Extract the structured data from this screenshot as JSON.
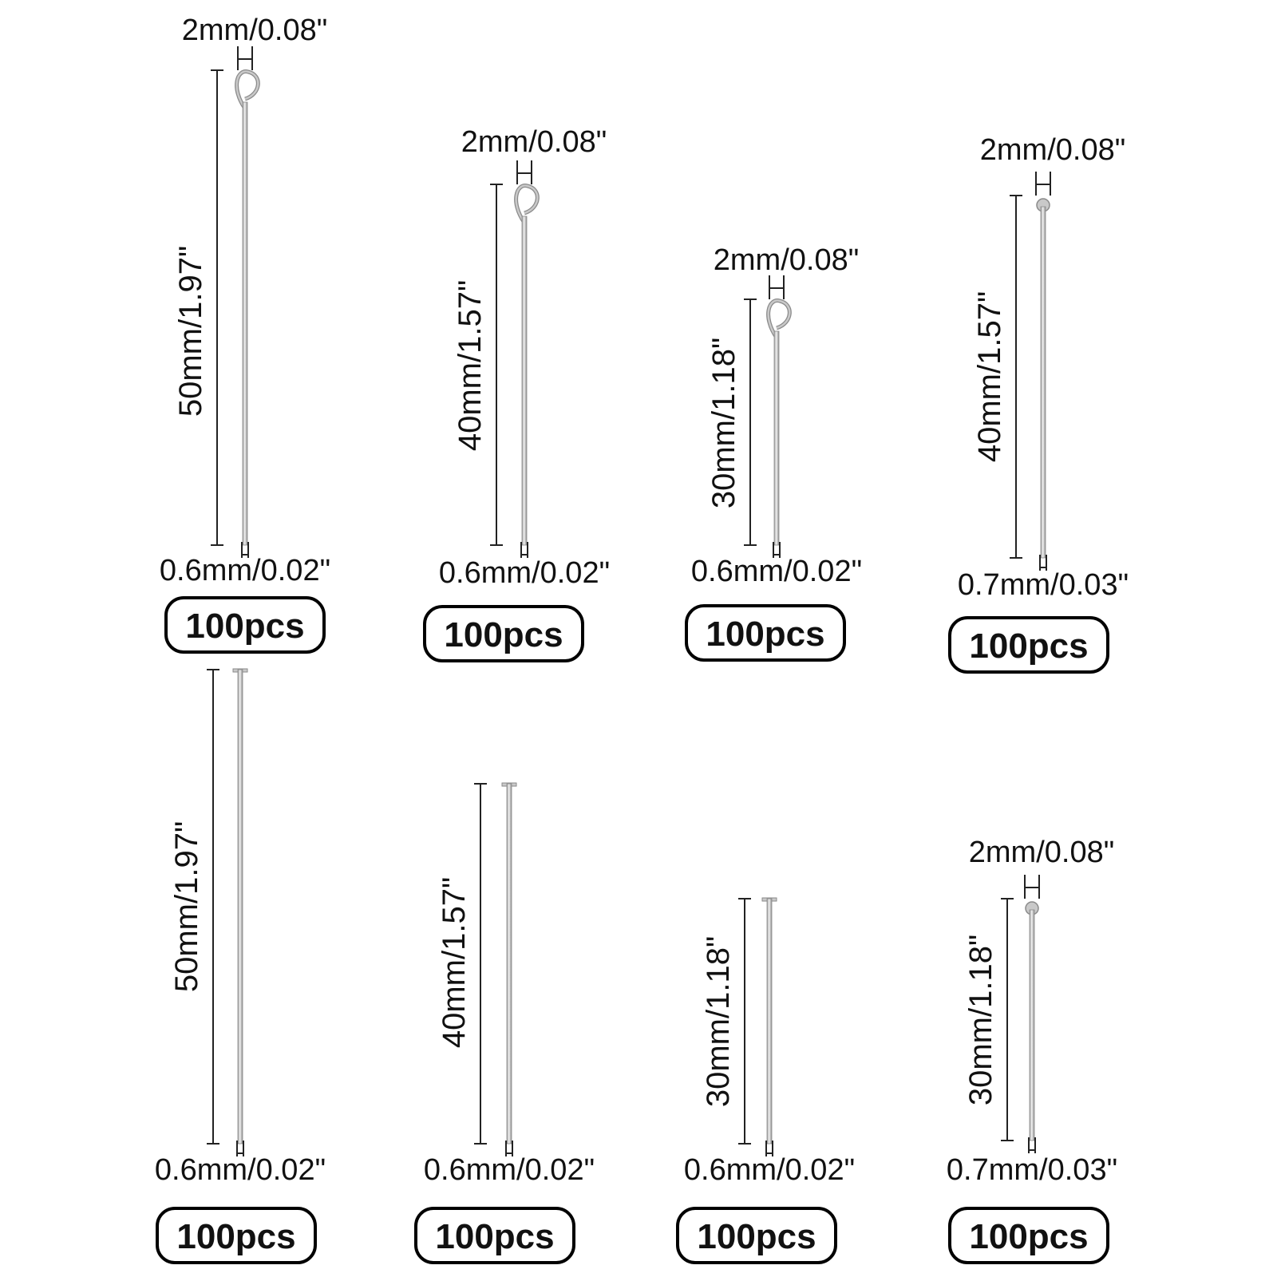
{
  "items": [
    {
      "type": "eye",
      "length": "50mm/1.97\"",
      "head": "2mm/0.08\"",
      "wire": "0.6mm/0.02\"",
      "qty": "100pcs"
    },
    {
      "type": "eye",
      "length": "40mm/1.57\"",
      "head": "2mm/0.08\"",
      "wire": "0.6mm/0.02\"",
      "qty": "100pcs"
    },
    {
      "type": "eye",
      "length": "30mm/1.18\"",
      "head": "2mm/0.08\"",
      "wire": "0.6mm/0.02\"",
      "qty": "100pcs"
    },
    {
      "type": "ball",
      "length": "40mm/1.57\"",
      "head": "2mm/0.08\"",
      "wire": "0.7mm/0.03\"",
      "qty": "100pcs"
    },
    {
      "type": "flat",
      "length": "50mm/1.97\"",
      "head": "",
      "wire": "0.6mm/0.02\"",
      "qty": "100pcs"
    },
    {
      "type": "flat",
      "length": "40mm/1.57\"",
      "head": "",
      "wire": "0.6mm/0.02\"",
      "qty": "100pcs"
    },
    {
      "type": "flat",
      "length": "30mm/1.18\"",
      "head": "",
      "wire": "0.6mm/0.02\"",
      "qty": "100pcs"
    },
    {
      "type": "ball",
      "length": "30mm/1.18\"",
      "head": "2mm/0.08\"",
      "wire": "0.7mm/0.03\"",
      "qty": "100pcs"
    }
  ],
  "colors": {
    "pin": "#c9c9c9",
    "pin_edge": "#8a8a8a",
    "line": "#222222",
    "text": "#111111"
  }
}
